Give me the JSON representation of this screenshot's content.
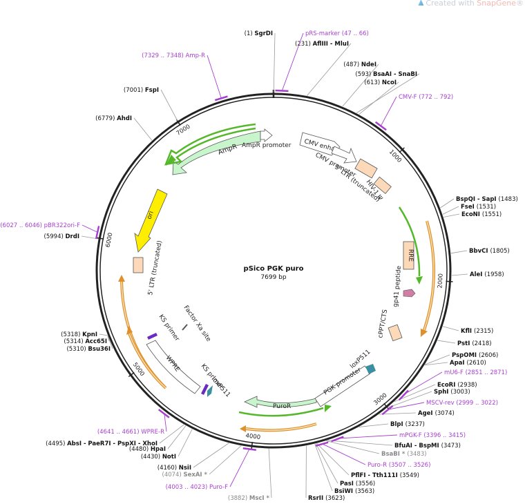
{
  "watermark": {
    "prefix": "Created with ",
    "brand": "SnapGene",
    "suffix": "®"
  },
  "plasmid": {
    "name": "pSico PGK puro",
    "length_label": "7699 bp",
    "length": 7699
  },
  "colors": {
    "primer": "#a63fcf",
    "site": "#111111",
    "backbone": "#222222",
    "ampr": "#c9f5cc",
    "green_arrow": "#55b82a",
    "orange_arrow": "#e0902a",
    "ltr": "#fcd9b8",
    "ori": "#ffee00",
    "grey_feature": "#ffffff"
  },
  "ticks": [
    {
      "label": "1000",
      "pos": 1000
    },
    {
      "label": "2000",
      "pos": 2000
    },
    {
      "label": "3000",
      "pos": 3000
    },
    {
      "label": "4000",
      "pos": 4000
    },
    {
      "label": "5000",
      "pos": 5000
    },
    {
      "label": "6000",
      "pos": 6000
    },
    {
      "label": "7000",
      "pos": 7000
    }
  ],
  "sites": [
    {
      "id": "SgrDI",
      "name": "SgrDI",
      "pos_label": "(1)",
      "pos": 1
    },
    {
      "id": "AflIII-MluI",
      "name": "AflIII  - MluI",
      "pos_label": "(231)",
      "pos": 231
    },
    {
      "id": "NdeI",
      "name": "NdeI",
      "pos_label": "(487)",
      "pos": 487
    },
    {
      "id": "BsaAI-SnaBI",
      "name": "BsaAI  - SnaBI",
      "pos_label": "(593)",
      "pos": 593
    },
    {
      "id": "NcoI",
      "name": "NcoI",
      "pos_label": "(613)",
      "pos": 613
    },
    {
      "id": "BspQI-SapI",
      "name": "BspQI  - SapI",
      "pos_label": "(1483)",
      "pos": 1483
    },
    {
      "id": "FseI",
      "name": "FseI",
      "pos_label": "(1531)",
      "pos": 1531
    },
    {
      "id": "EcoNI",
      "name": "EcoNI",
      "pos_label": "(1551)",
      "pos": 1551
    },
    {
      "id": "BbvCI",
      "name": "BbvCI",
      "pos_label": "(1805)",
      "pos": 1805
    },
    {
      "id": "AleI",
      "name": "AleI",
      "pos_label": "(1958)",
      "pos": 1958
    },
    {
      "id": "KflI",
      "name": "KflI",
      "pos_label": "(2315)",
      "pos": 2315
    },
    {
      "id": "PstI",
      "name": "PstI",
      "pos_label": "(2418)",
      "pos": 2418
    },
    {
      "id": "PspOMI",
      "name": "PspOMI",
      "pos_label": "(2606)",
      "pos": 2606
    },
    {
      "id": "ApaI",
      "name": "ApaI",
      "pos_label": "(2610)",
      "pos": 2610
    },
    {
      "id": "EcoRI",
      "name": "EcoRI",
      "pos_label": "(2938)",
      "pos": 2938
    },
    {
      "id": "SphI",
      "name": "SphI",
      "pos_label": "(3003)",
      "pos": 3003
    },
    {
      "id": "AgeI",
      "name": "AgeI",
      "pos_label": "(3074)",
      "pos": 3074
    },
    {
      "id": "BlpI",
      "name": "BlpI",
      "pos_label": "(3237)",
      "pos": 3237
    },
    {
      "id": "BfuAI-BspMI",
      "name": "BfuAI  - BspMI",
      "pos_label": "(3473)",
      "pos": 3473
    },
    {
      "id": "BsaBI",
      "name": "BsaBI *",
      "pos_label": "(3483)",
      "pos": 3483,
      "grey": true
    },
    {
      "id": "PflFI-Tth111I",
      "name": "PflFI  - Tth111I",
      "pos_label": "(3549)",
      "pos": 3549
    },
    {
      "id": "PasI",
      "name": "PasI",
      "pos_label": "(3556)",
      "pos": 3556
    },
    {
      "id": "BsiWI",
      "name": "BsiWI",
      "pos_label": "(3563)",
      "pos": 3563
    },
    {
      "id": "RsrII",
      "name": "RsrII",
      "pos_label": "(3623)",
      "pos": 3623
    },
    {
      "id": "MscI",
      "name": "MscI *",
      "pos_label": "(3882)",
      "pos": 3882,
      "grey": true
    },
    {
      "id": "SexAI",
      "name": "SexAI *",
      "pos_label": "(4074)",
      "pos": 4074,
      "grey": true
    },
    {
      "id": "NsiI",
      "name": "NsiI",
      "pos_label": "(4160)",
      "pos": 4160
    },
    {
      "id": "NotI",
      "name": "NotI",
      "pos_label": "(4430)",
      "pos": 4430
    },
    {
      "id": "HpaI",
      "name": "HpaI",
      "pos_label": "(4480)",
      "pos": 4480
    },
    {
      "id": "AbsI-PaeR7I-PspXI-XhoI",
      "name": "AbsI  - PaeR7I  - PspXI  - XhoI",
      "pos_label": "(4495)",
      "pos": 4495
    },
    {
      "id": "Bsu36I",
      "name": "Bsu36I",
      "pos_label": "(5310)",
      "pos": 5310
    },
    {
      "id": "Acc65I",
      "name": "Acc65I",
      "pos_label": "(5314)",
      "pos": 5314
    },
    {
      "id": "KpnI",
      "name": "KpnI",
      "pos_label": "(5318)",
      "pos": 5318
    },
    {
      "id": "DrdI",
      "name": "DrdI",
      "pos_label": "(5994)",
      "pos": 5994
    },
    {
      "id": "AhdI",
      "name": "AhdI",
      "pos_label": "(6779)",
      "pos": 6779
    },
    {
      "id": "FspI",
      "name": "FspI",
      "pos_label": "(7001)",
      "pos": 7001
    }
  ],
  "primers": [
    {
      "id": "pRS-marker",
      "name": "pRS-marker",
      "range": "(47 .. 66)",
      "start": 47,
      "end": 66
    },
    {
      "id": "CMV-F",
      "name": "CMV-F",
      "range": "(772 .. 792)",
      "start": 772,
      "end": 792
    },
    {
      "id": "mU6-F",
      "name": "mU6-F",
      "range": "(2851 .. 2871)",
      "start": 2851,
      "end": 2871
    },
    {
      "id": "MSCV-rev",
      "name": "MSCV-rev",
      "range": "(2999 .. 3022)",
      "start": 2999,
      "end": 3022
    },
    {
      "id": "mPGK-F",
      "name": "mPGK-F",
      "range": "(3396 .. 3415)",
      "start": 3396,
      "end": 3415
    },
    {
      "id": "Puro-R",
      "name": "Puro-R",
      "range": "(3507 .. 3526)",
      "start": 3507,
      "end": 3526
    },
    {
      "id": "Puro-F",
      "name": "Puro-F",
      "range": "(4003 .. 4023)",
      "start": 4003,
      "end": 4023
    },
    {
      "id": "WPRE-R",
      "name": "WPRE-R",
      "range": "(4641 .. 4661)",
      "start": 4641,
      "end": 4661
    },
    {
      "id": "pBR322ori-F",
      "name": "pBR322ori-F",
      "range": "(6027 .. 6046)",
      "start": 6027,
      "end": 6046
    },
    {
      "id": "Amp-R",
      "name": "Amp-R",
      "range": "(7329 .. 7348)",
      "start": 7329,
      "end": 7348
    }
  ],
  "features": [
    {
      "id": "cmv-enhancer",
      "label": "CMV enha..."
    },
    {
      "id": "cmv-promoter",
      "label": "CMV promoter"
    },
    {
      "id": "5ltr-truncated-top",
      "label": "5' LTR (truncated)"
    },
    {
      "id": "hiv1-psi",
      "label": "HIV-1 Ψ"
    },
    {
      "id": "rre",
      "label": "RRE"
    },
    {
      "id": "gp41-peptide",
      "label": "gp41 peptide"
    },
    {
      "id": "cppt-cts",
      "label": "cPPT/CTS"
    },
    {
      "id": "loxp511-right",
      "label": "loxP511"
    },
    {
      "id": "pgk-promoter",
      "label": "PGK promoter"
    },
    {
      "id": "puror",
      "label": "PuroR"
    },
    {
      "id": "loxp511-left",
      "label": "loxP511"
    },
    {
      "id": "ks-primer-lower",
      "label": "KS primer"
    },
    {
      "id": "wpre",
      "label": "WPRE"
    },
    {
      "id": "ks-primer-upper",
      "label": "KS primer"
    },
    {
      "id": "factor-xa-site",
      "label": "Factor Xa site"
    },
    {
      "id": "5ltr-truncated-left",
      "label": "5' LTR (truncated)"
    },
    {
      "id": "ori",
      "label": "ori"
    },
    {
      "id": "ampr",
      "label": "AmpR"
    },
    {
      "id": "ampr-promoter",
      "label": "AmpR promoter"
    }
  ]
}
